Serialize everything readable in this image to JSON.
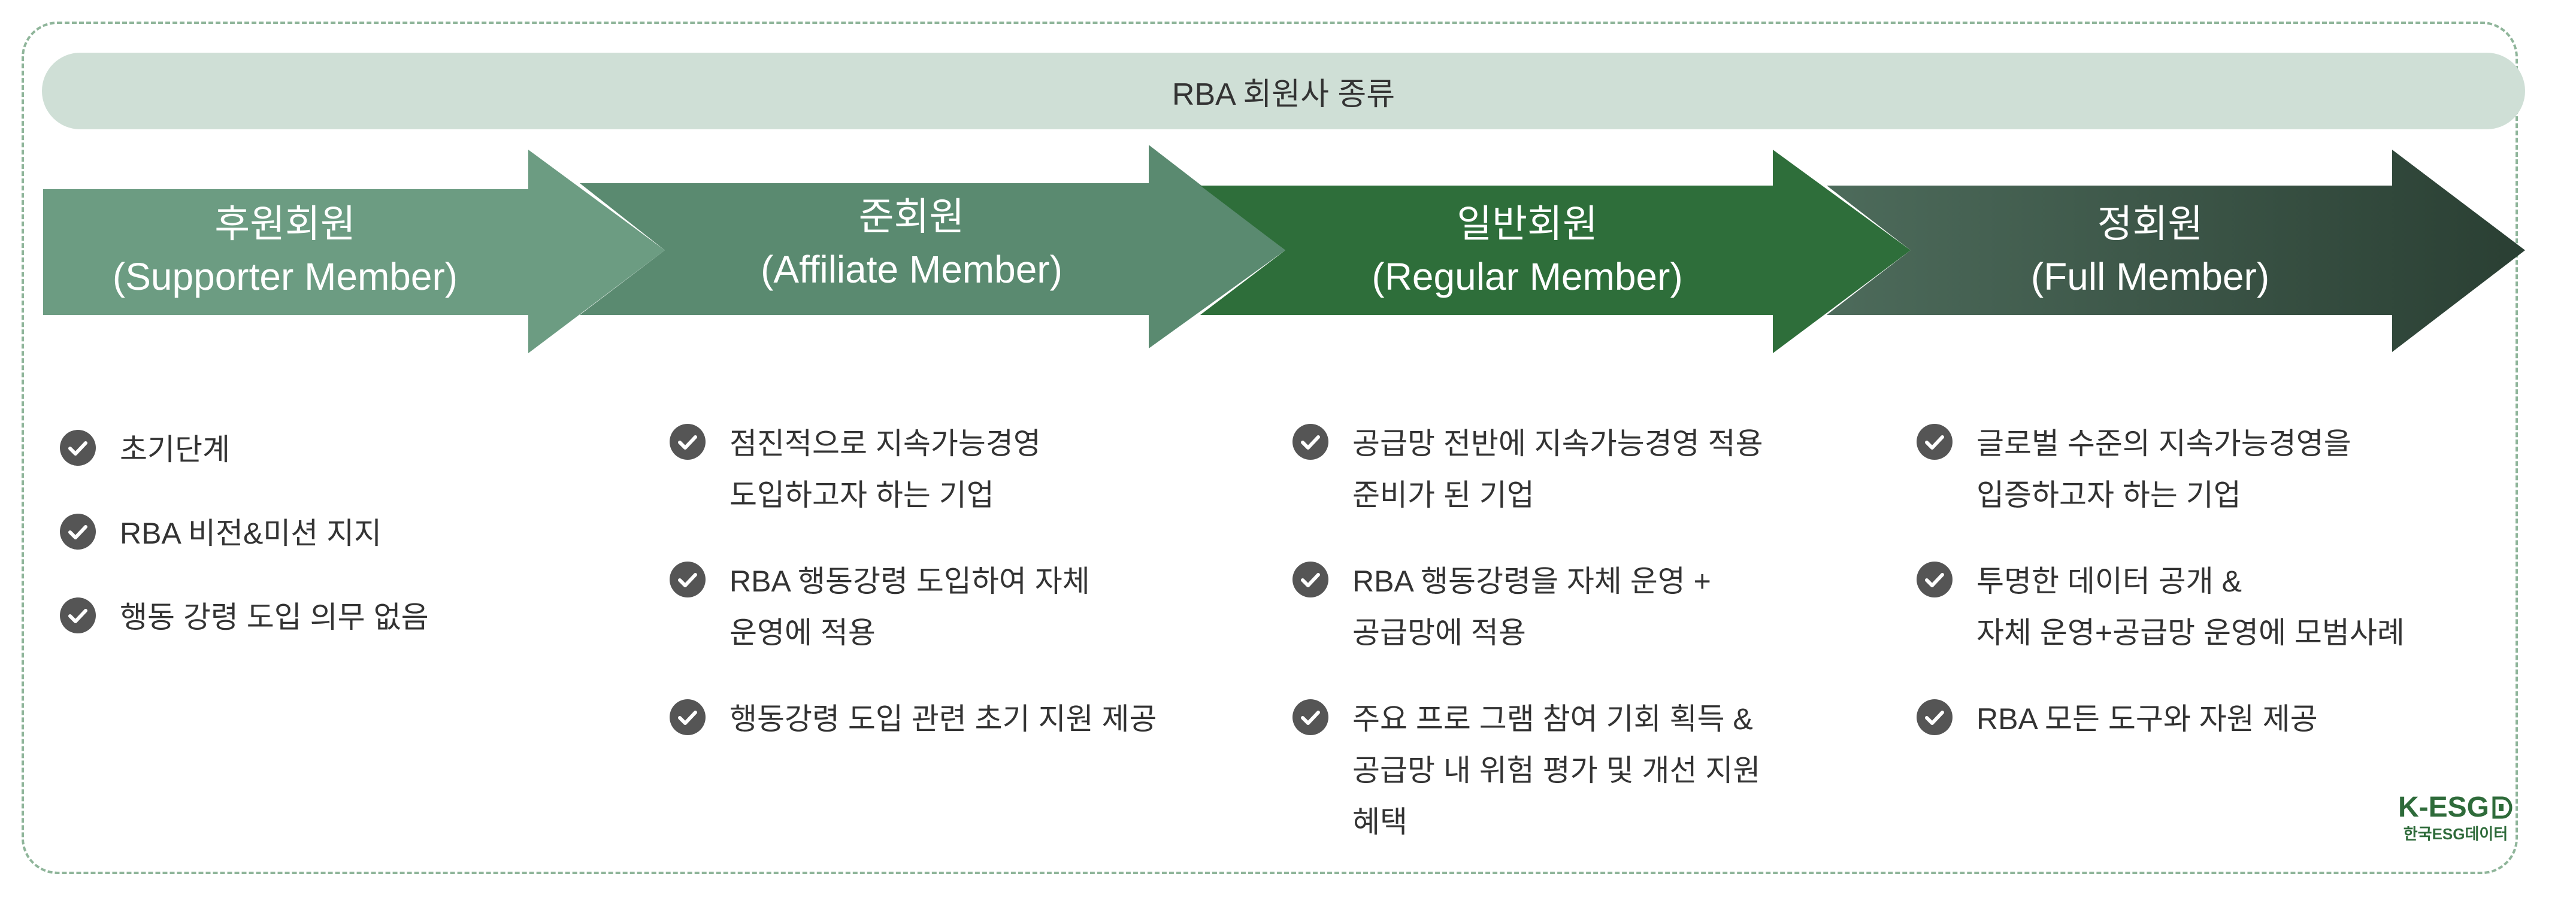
{
  "title": "RBA  회원사 종류",
  "tiers": [
    {
      "name_kr": "후원회원",
      "name_en": "(Supporter Member)",
      "color": "#6a9a80",
      "items": [
        "초기단계",
        "RBA 비전&미션 지지",
        "행동 강령 도입 의무 없음"
      ]
    },
    {
      "name_kr": "준회원",
      "name_en": "(Affiliate Member)",
      "color": "#5a8a6f",
      "items": [
        "점진적으로 지속가능경영\n도입하고자 하는 기업",
        "RBA 행동강령 도입하여 자체\n운영에 적용",
        "행동강령 도입 관련 초기 지원 제공"
      ]
    },
    {
      "name_kr": "일반회원",
      "name_en": "(Regular Member)",
      "color": "#2e6b38",
      "items": [
        "공급망 전반에 지속가능경영 적용\n준비가 된 기업",
        "RBA 행동강령을 자체 운영 +\n공급망에 적용",
        "주요 프로 그램 참여 기회 획득 &\n공급망 내 위험 평가 및 개선 지원\n혜택"
      ]
    },
    {
      "name_kr": "정회원",
      "name_en": "(Full Member)",
      "color": "#2f4a3c",
      "items": [
        "글로벌 수준의 지속가능경영을\n입증하고자 하는 기업",
        "투명한 데이터 공개 &\n자체 운영+공급망 운영에 모범사례",
        "RBA 모든 도구와 자원 제공"
      ]
    }
  ],
  "logo": {
    "main": "K-ESG",
    "sub": "한국ESG데이터"
  },
  "colors": {
    "title_bar": "#cfdfd6",
    "frame_border": "#8fb59a",
    "check": "#555555",
    "logo": "#2e6b3a"
  }
}
